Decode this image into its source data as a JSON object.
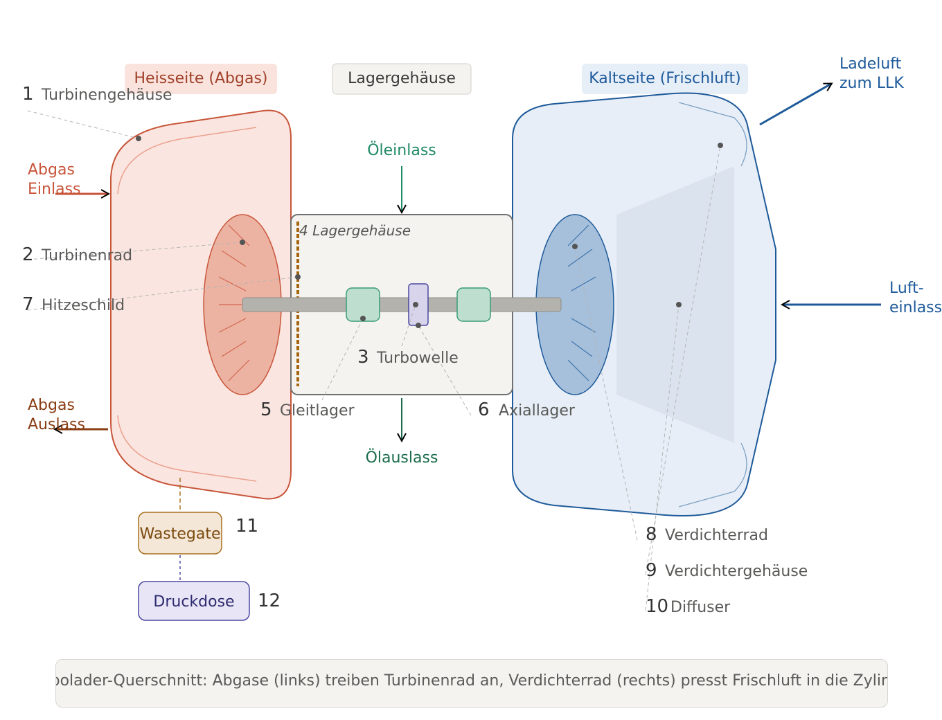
{
  "section_headers": {
    "hot_side": "Heisseite (Abgas)",
    "bearing_housing": "Lagergehäuse",
    "cold_side": "Kaltseite (Frischluft)"
  },
  "flow_labels": {
    "charge_air_line1": "Ladeluft",
    "charge_air_line2": "zum LLK",
    "air_intake_line1": "Luft-",
    "air_intake_line2": "einlass",
    "exhaust_in_line1": "Abgas",
    "exhaust_in_line2": "Einlass",
    "exhaust_out_line1": "Abgas",
    "exhaust_out_line2": "Auslass",
    "oil_inlet": "Öleinlass",
    "oil_outlet": "Ölauslass"
  },
  "housing_inner_label": "4 Lagergehäuse",
  "parts": [
    {
      "number": "1",
      "label": "Turbinengehäuse"
    },
    {
      "number": "2",
      "label": "Turbinenrad"
    },
    {
      "number": "3",
      "label": "Turbowelle"
    },
    {
      "number": "5",
      "label": "Gleitlager"
    },
    {
      "number": "6",
      "label": "Axiallager"
    },
    {
      "number": "7",
      "label": "Hitzeschild"
    },
    {
      "number": "8",
      "label": "Verdichterrad"
    },
    {
      "number": "9",
      "label": "Verdichtergehäuse"
    },
    {
      "number": "10",
      "label": "Diffuser"
    }
  ],
  "actuators": {
    "wastegate": {
      "number": "11",
      "label": "Wastegate"
    },
    "actuator": {
      "number": "12",
      "label": "Druckdose"
    }
  },
  "caption": "Turbolader-Querschnitt: Abgase (links) treiben Turbinenrad an, Verdichterrad (rechts) presst Frischluft in die Zylinder",
  "colors": {
    "hot_stroke": "#c8553a",
    "hot_fill": "#fae5e0",
    "cold_stroke": "#1e5a9a",
    "cold_fill": "#e7eef7",
    "oil": "#1f8a64",
    "wastegate": "#a8701e",
    "actuator": "#4a48a0"
  }
}
